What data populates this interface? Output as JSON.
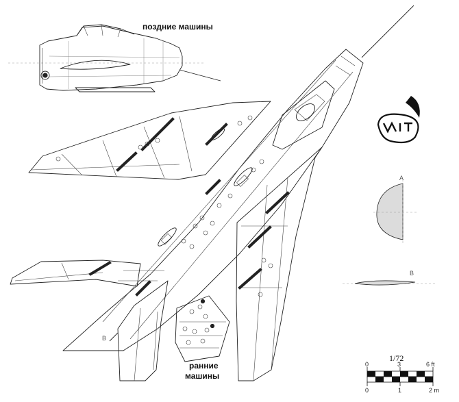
{
  "labels": {
    "late_machines": "поздние машины",
    "early_machines_line1": "ранние",
    "early_machines_line2": "машины",
    "section_a": "A",
    "section_b": "B",
    "section_b_marker": "B"
  },
  "scale": {
    "ratio": "1/72",
    "ft_ticks": [
      "0",
      "3",
      "6 ft"
    ],
    "m_ticks": [
      "0",
      "1",
      "2 m"
    ]
  },
  "logo": {
    "name": "mig-logo-icon"
  }
}
